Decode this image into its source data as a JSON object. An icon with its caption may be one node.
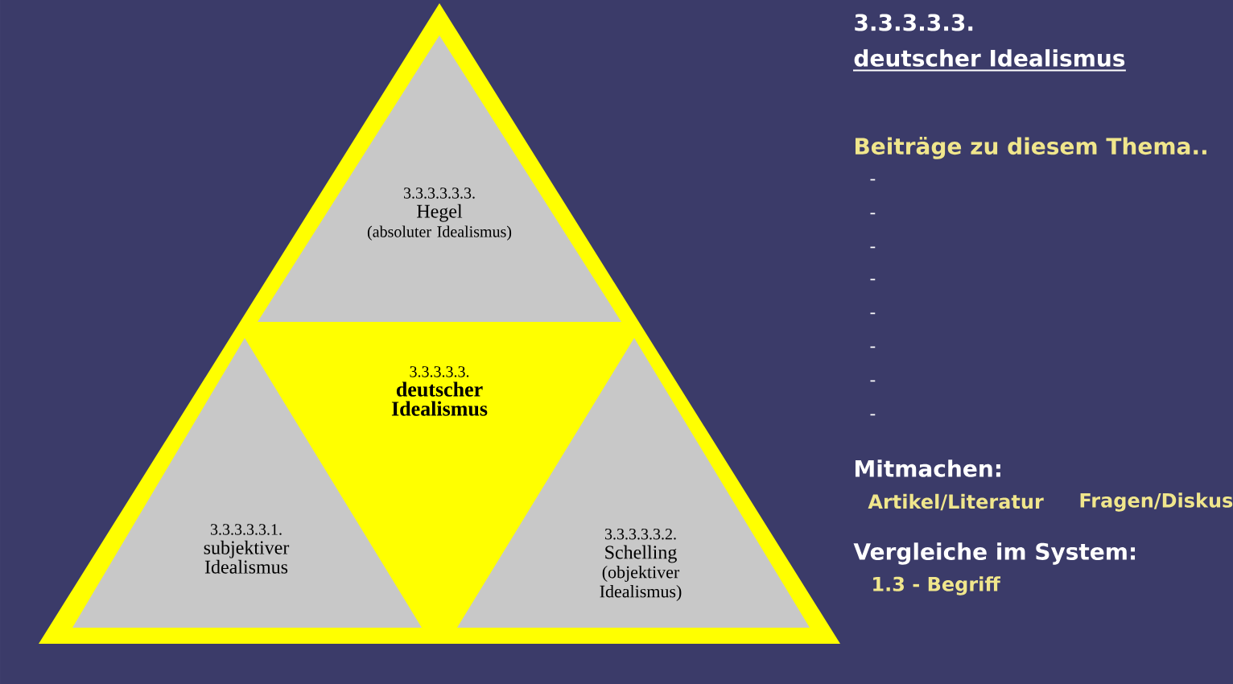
{
  "diagram": {
    "nodes": [
      {
        "text": [
          "3.3.3.3.3.3.",
          "Hegel",
          "(absoluter Idealismus)"
        ]
      },
      {
        "text": [
          "3.3.3.3.3.",
          "deutscher Idealismus"
        ]
      },
      {
        "text": [
          "3.3.3.3.3.1.",
          "subjektiver Idealismus"
        ]
      },
      {
        "text": [
          "3.3.3.3.3.2.",
          "Schelling",
          "(objektiver Idealismus)"
        ]
      }
    ],
    "labels": [
      "3.3.3.3.3.",
      "deutscher Idealismus",
      "Beiträge zu diesem Thema..",
      "-",
      "-",
      "-",
      "-",
      "-",
      "-",
      "-",
      "-",
      "Mitmachen:",
      "Artikel/Literatur",
      "Fragen/Diskus",
      "Vergleiche im System:",
      "1.3 - Begriff"
    ]
  }
}
